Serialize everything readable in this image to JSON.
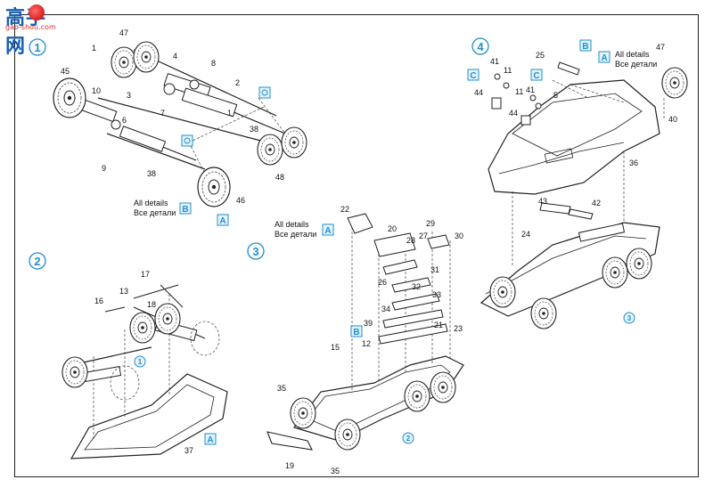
{
  "watermark": {
    "cn": "高手网",
    "url": "gao-shou.com"
  },
  "colors": {
    "accent": "#1e8fd0",
    "line": "#222222",
    "badge_fill": "#e6f3fb"
  },
  "steps": [
    {
      "number": "1"
    },
    {
      "number": "2"
    },
    {
      "number": "3"
    },
    {
      "number": "4"
    }
  ],
  "notes": {
    "all_details_en": "All details",
    "all_details_ru": "Все детали"
  },
  "badges": {
    "a": "A",
    "b": "B",
    "c": "C"
  },
  "part_numbers": {
    "step1": [
      "47",
      "1",
      "45",
      "10",
      "3",
      "4",
      "8",
      "2",
      "6",
      "7",
      "1",
      "38",
      "9",
      "38",
      "48",
      "46"
    ],
    "step2": [
      "17",
      "13",
      "16",
      "18",
      "37"
    ],
    "step3": [
      "22",
      "20",
      "28",
      "29",
      "30",
      "27",
      "26",
      "31",
      "32",
      "33",
      "34",
      "21",
      "23",
      "39",
      "15",
      "12",
      "35",
      "19",
      "35"
    ],
    "step4": [
      "25",
      "41",
      "11",
      "47",
      "44",
      "41",
      "11",
      "5",
      "40",
      "44",
      "36",
      "43",
      "42",
      "24"
    ]
  },
  "ref_steps": {
    "step2_ref": "1",
    "step3_ref": "2",
    "step4_ref": "3"
  }
}
